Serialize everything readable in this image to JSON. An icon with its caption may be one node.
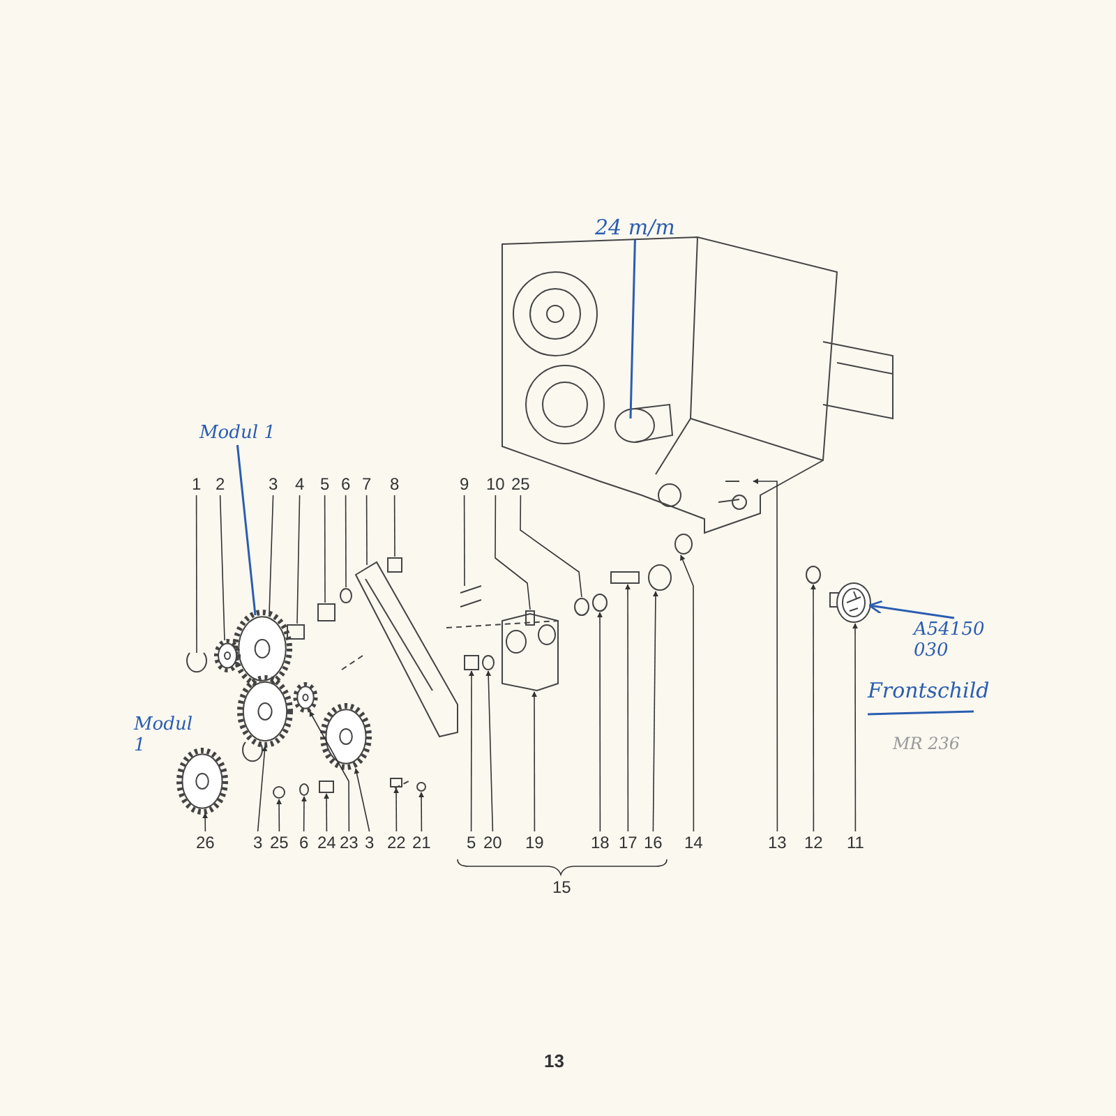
{
  "diagram": {
    "nodes": [
      {
        "text": [
          "24 m/m"
        ]
      },
      {
        "text": [
          "Modul 1"
        ]
      },
      {
        "text": [
          "1"
        ]
      },
      {
        "text": [
          "2"
        ]
      },
      {
        "text": [
          "3"
        ]
      },
      {
        "text": [
          "4"
        ]
      },
      {
        "text": [
          "5"
        ]
      },
      {
        "text": [
          "6"
        ]
      },
      {
        "text": [
          "7"
        ]
      },
      {
        "text": [
          "8"
        ]
      },
      {
        "text": [
          "9"
        ]
      },
      {
        "text": [
          "10"
        ]
      },
      {
        "text": [
          "25"
        ]
      },
      {
        "text": [
          "Modul 1"
        ]
      },
      {
        "text": [
          "A54150 030"
        ]
      },
      {
        "text": [
          "26"
        ]
      },
      {
        "text": [
          "3"
        ]
      },
      {
        "text": [
          "25"
        ]
      },
      {
        "text": [
          "6"
        ]
      },
      {
        "text": [
          "24"
        ]
      },
      {
        "text": [
          "23"
        ]
      },
      {
        "text": [
          "3"
        ]
      },
      {
        "text": [
          "22"
        ]
      },
      {
        "text": [
          "21"
        ]
      },
      {
        "text": [
          "5"
        ]
      },
      {
        "text": [
          "20"
        ]
      },
      {
        "text": [
          "19"
        ]
      },
      {
        "text": [
          "18"
        ]
      },
      {
        "text": [
          "17"
        ]
      },
      {
        "text": [
          "16"
        ]
      },
      {
        "text": [
          "14"
        ]
      },
      {
        "text": [
          "13"
        ]
      },
      {
        "text": [
          "12"
        ]
      },
      {
        "text": [
          "11"
        ]
      },
      {
        "text": [],
        "shape": "picture"
      },
      {
        "text": [],
        "shape": "picture"
      },
      {
        "text": [],
        "shape": "picture"
      },
      {
        "text": [],
        "shape": "picture"
      },
      {
        "text": [],
        "shape": "box"
      },
      {
        "text": [],
        "shape": "box"
      },
      {
        "text": [],
        "shape": "circle"
      },
      {
        "text": [],
        "shape": "picture"
      },
      {
        "text": [],
        "shape": "box"
      },
      {
        "text": [],
        "shape": "picture"
      },
      {
        "text": [],
        "shape": "box"
      },
      {
        "text": [],
        "shape": "circle"
      },
      {
        "text": [],
        "shape": "picture"
      },
      {
        "text": [],
        "shape": "picture"
      },
      {
        "text": [],
        "shape": "circle"
      },
      {
        "text": [],
        "shape": "circle"
      },
      {
        "text": [],
        "shape": "box"
      },
      {
        "text": [],
        "shape": "picture"
      },
      {
        "text": [],
        "shape": "picture"
      },
      {
        "text": [],
        "shape": "box"
      },
      {
        "text": [],
        "shape": "circle"
      },
      {
        "text": [],
        "shape": "box"
      },
      {
        "text": [],
        "shape": "circle"
      },
      {
        "text": [],
        "shape": "picture"
      },
      {
        "text": [],
        "shape": "circle"
      },
      {
        "text": [],
        "shape": "box"
      },
      {
        "text": [],
        "shape": "circle"
      },
      {
        "text": [],
        "shape": "circle"
      },
      {
        "text": [],
        "shape": "picture"
      },
      {
        "text": [],
        "shape": "circle"
      }
    ],
    "edges": [
      {
        "from": 0,
        "to": 34,
        "arrow": "none",
        "color": "#2a5db0"
      },
      {
        "from": 1,
        "to": 35,
        "arrow": "none",
        "color": "#2a5db0"
      },
      {
        "from": 2,
        "to": 36,
        "arrow": "none"
      },
      {
        "from": 3,
        "to": 37,
        "arrow": "none"
      },
      {
        "from": 4,
        "to": 35,
        "arrow": "none"
      },
      {
        "from": 5,
        "to": 38,
        "arrow": "none"
      },
      {
        "from": 6,
        "to": 39,
        "arrow": "none"
      },
      {
        "from": 7,
        "to": 40,
        "arrow": "none"
      },
      {
        "from": 8,
        "to": 41,
        "arrow": "none"
      },
      {
        "from": 9,
        "to": 42,
        "arrow": "none"
      },
      {
        "from": 10,
        "to": 43,
        "arrow": "none"
      },
      {
        "from": 11,
        "to": 44,
        "arrow": "none"
      },
      {
        "from": 12,
        "to": 45,
        "arrow": "none"
      },
      {
        "from": 14,
        "to": 62,
        "arrow": "to",
        "color": "#2a5db0"
      },
      {
        "from": 15,
        "to": 46,
        "arrow": "to"
      },
      {
        "from": 16,
        "to": 47,
        "arrow": "to"
      },
      {
        "from": 17,
        "to": 48,
        "arrow": "to"
      },
      {
        "from": 18,
        "to": 49,
        "arrow": "to"
      },
      {
        "from": 19,
        "to": 50,
        "arrow": "to"
      },
      {
        "from": 20,
        "to": 51,
        "arrow": "to"
      },
      {
        "from": 21,
        "to": 52,
        "arrow": "to"
      },
      {
        "from": 22,
        "to": 53,
        "arrow": "to"
      },
      {
        "from": 23,
        "to": 54,
        "arrow": "to"
      },
      {
        "from": 24,
        "to": 55,
        "arrow": "to"
      },
      {
        "from": 25,
        "to": 56,
        "arrow": "to"
      },
      {
        "from": 26,
        "to": 57,
        "arrow": "to"
      },
      {
        "from": 27,
        "to": 58,
        "arrow": "to"
      },
      {
        "from": 28,
        "to": 59,
        "arrow": "to"
      },
      {
        "from": 29,
        "to": 60,
        "arrow": "to"
      },
      {
        "from": 30,
        "to": 61,
        "arrow": "to"
      },
      {
        "from": 31,
        "to": 34,
        "arrow": "to"
      },
      {
        "from": 32,
        "to": 63,
        "arrow": "to"
      },
      {
        "from": 33,
        "to": 62,
        "arrow": "to"
      }
    ],
    "labels": [
      "Frontschild",
      "15",
      "MR 236",
      "13"
    ]
  }
}
